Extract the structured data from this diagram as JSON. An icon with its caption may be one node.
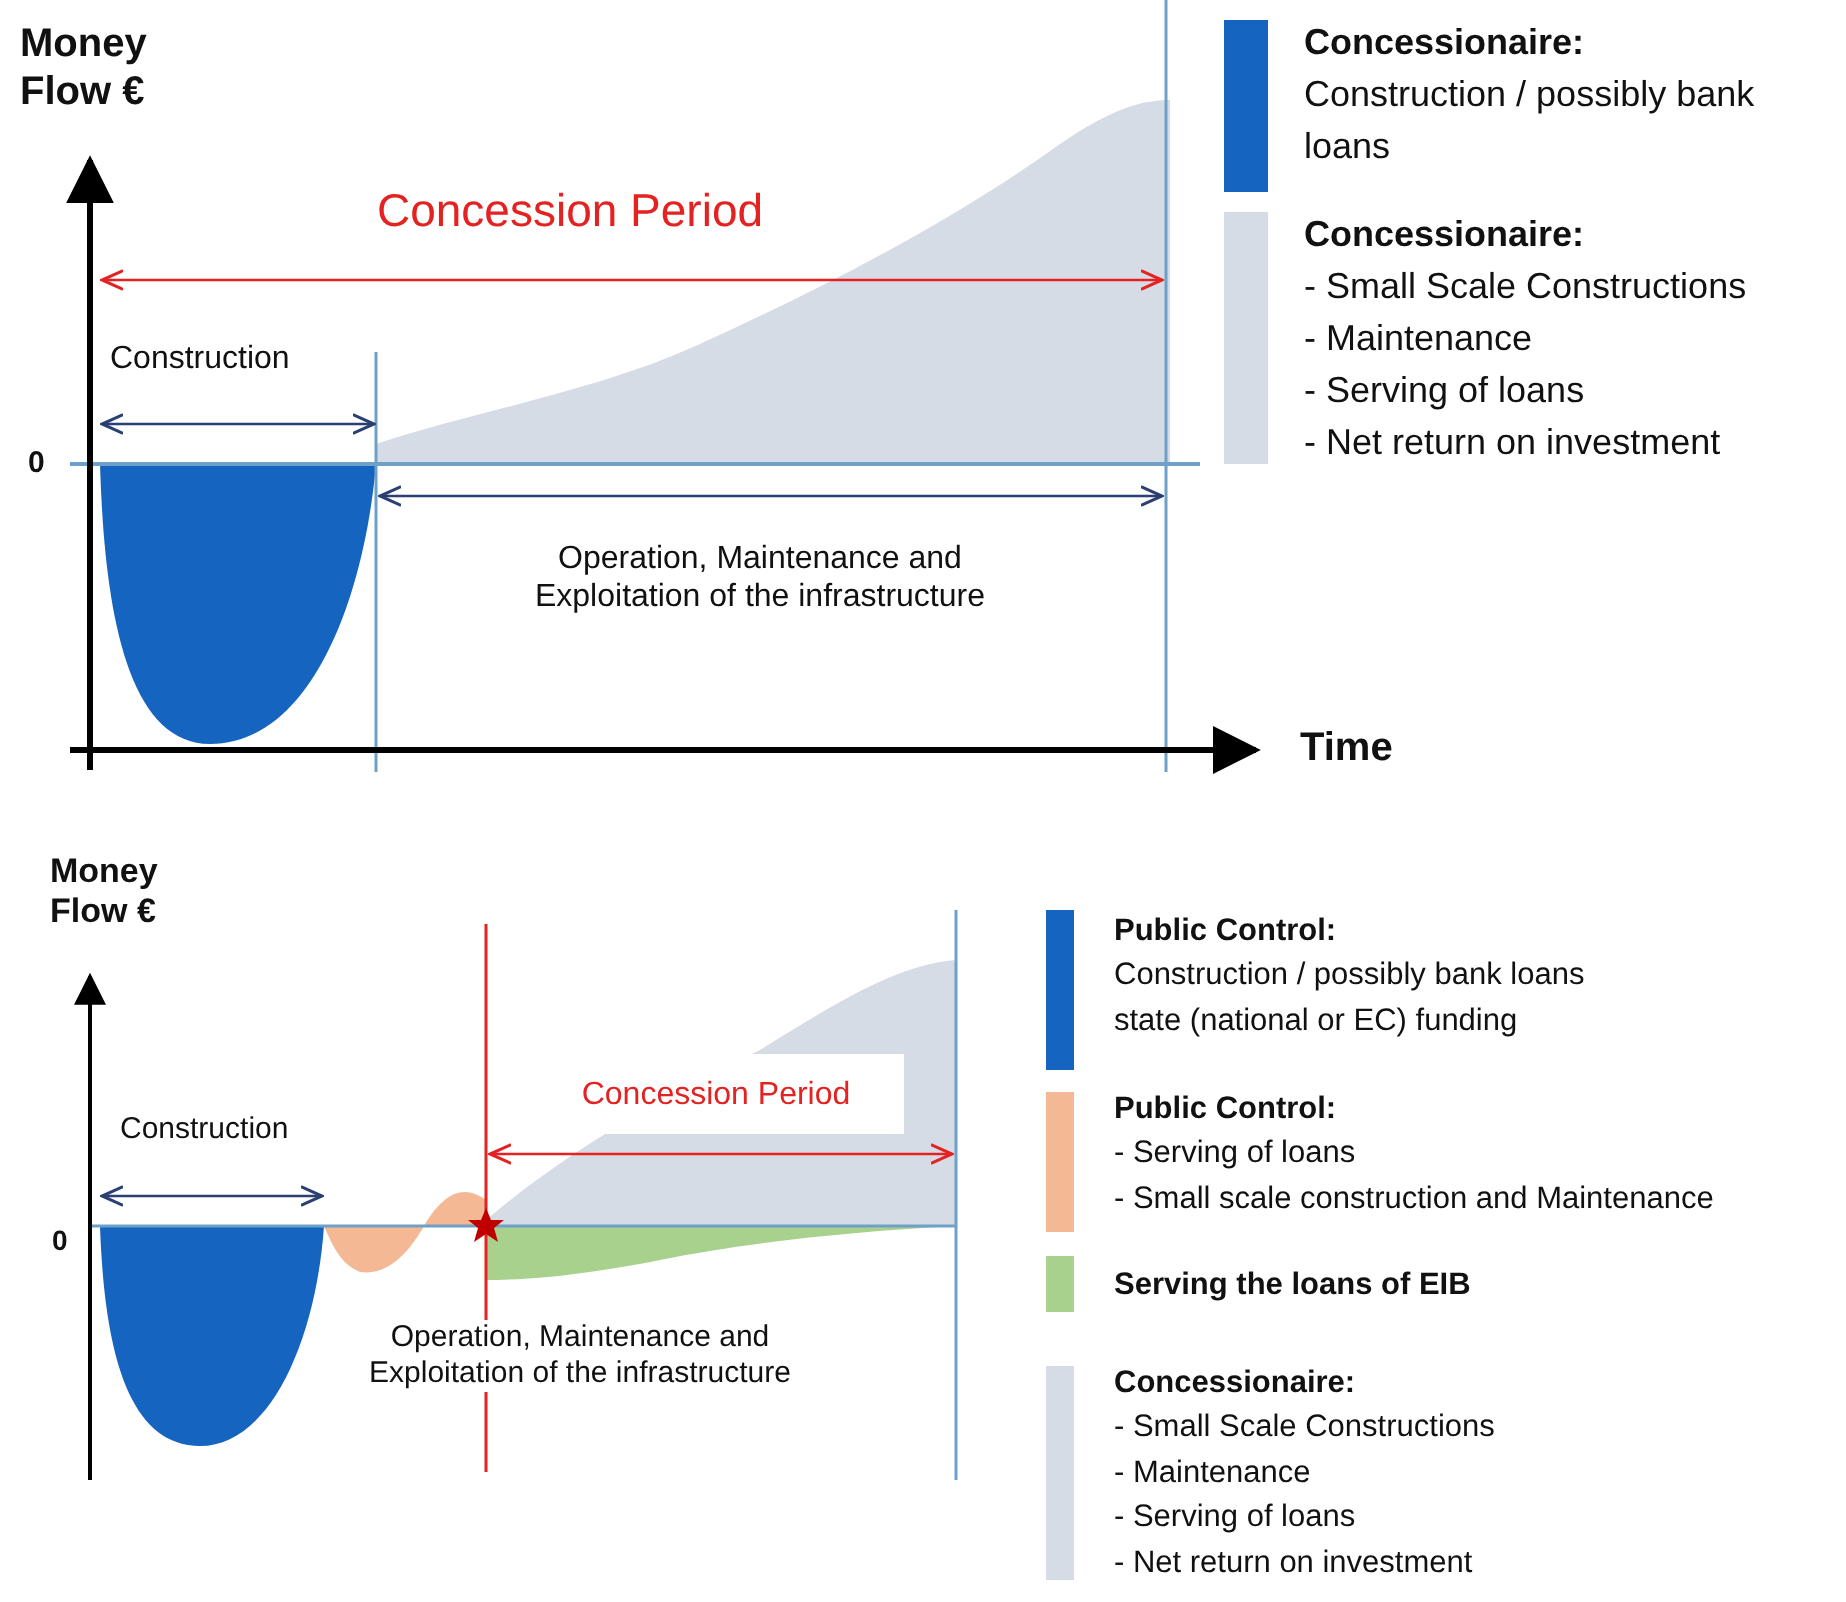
{
  "diagram": {
    "labels": [
      "Money Flow €",
      "0",
      "Concession Period",
      "Construction",
      "Operation, Maintenance and Exploitation of the infrastructure",
      "Time",
      "Money Flow €",
      "0",
      "Concession Period",
      "Construction",
      "Operation, Maintenance and Exploitation of the infrastructure"
    ],
    "legend": [
      {
        "text": "**Concessionaire:**\nConstruction / possibly bank loans",
        "color": "#1565c0"
      },
      {
        "text": "**Concessionaire:**\n- Small Scale Constructions\n- Maintenance\n- Serving of loans\n- Net return on investment",
        "color": "#d6dce6"
      },
      {
        "text": "**Public Control:**\nConstruction / possibly bank loans state (national or EC) funding",
        "color": "#1565c0"
      },
      {
        "text": "**Public Control:**\n- Serving of loans\n- Small scale construction and Maintenance",
        "color": "#f4b994"
      },
      {
        "text": "**Serving the loans of EIB**",
        "color": "#a9d18e"
      },
      {
        "text": "**Concessionaire:**\n- Small Scale Constructions\n- Maintenance\n- Serving of loans\n- Net return on investment",
        "color": "#d6dce6"
      }
    ]
  }
}
